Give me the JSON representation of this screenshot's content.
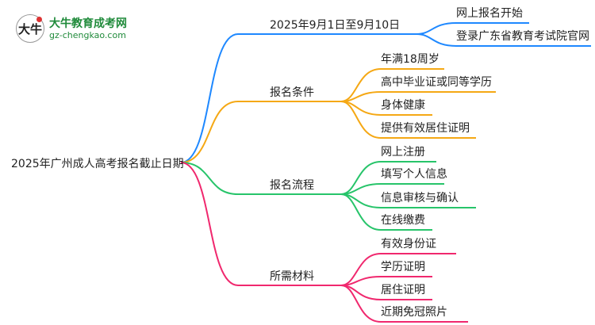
{
  "logo": {
    "mark": "大牛",
    "name": "大牛教育成考网",
    "url": "gz-chengkao.com"
  },
  "root": "2025年广州成人高考报名截止日期",
  "branches": [
    {
      "label": "2025年9月1日至9月10日",
      "color": "#1e88ff",
      "children": [
        "网上报名开始",
        "登录广东省教育考试院官网"
      ]
    },
    {
      "label": "报名条件",
      "color": "#f5a814",
      "children": [
        "年满18周岁",
        "高中毕业证或同等学历",
        "身体健康",
        "提供有效居住证明"
      ]
    },
    {
      "label": "报名流程",
      "color": "#27c46a",
      "children": [
        "网上注册",
        "填写个人信息",
        "信息审核与确认",
        "在线缴费"
      ]
    },
    {
      "label": "所需材料",
      "color": "#f0286e",
      "children": [
        "有效身份证",
        "学历证明",
        "居住证明",
        "近期免冠照片"
      ]
    }
  ]
}
